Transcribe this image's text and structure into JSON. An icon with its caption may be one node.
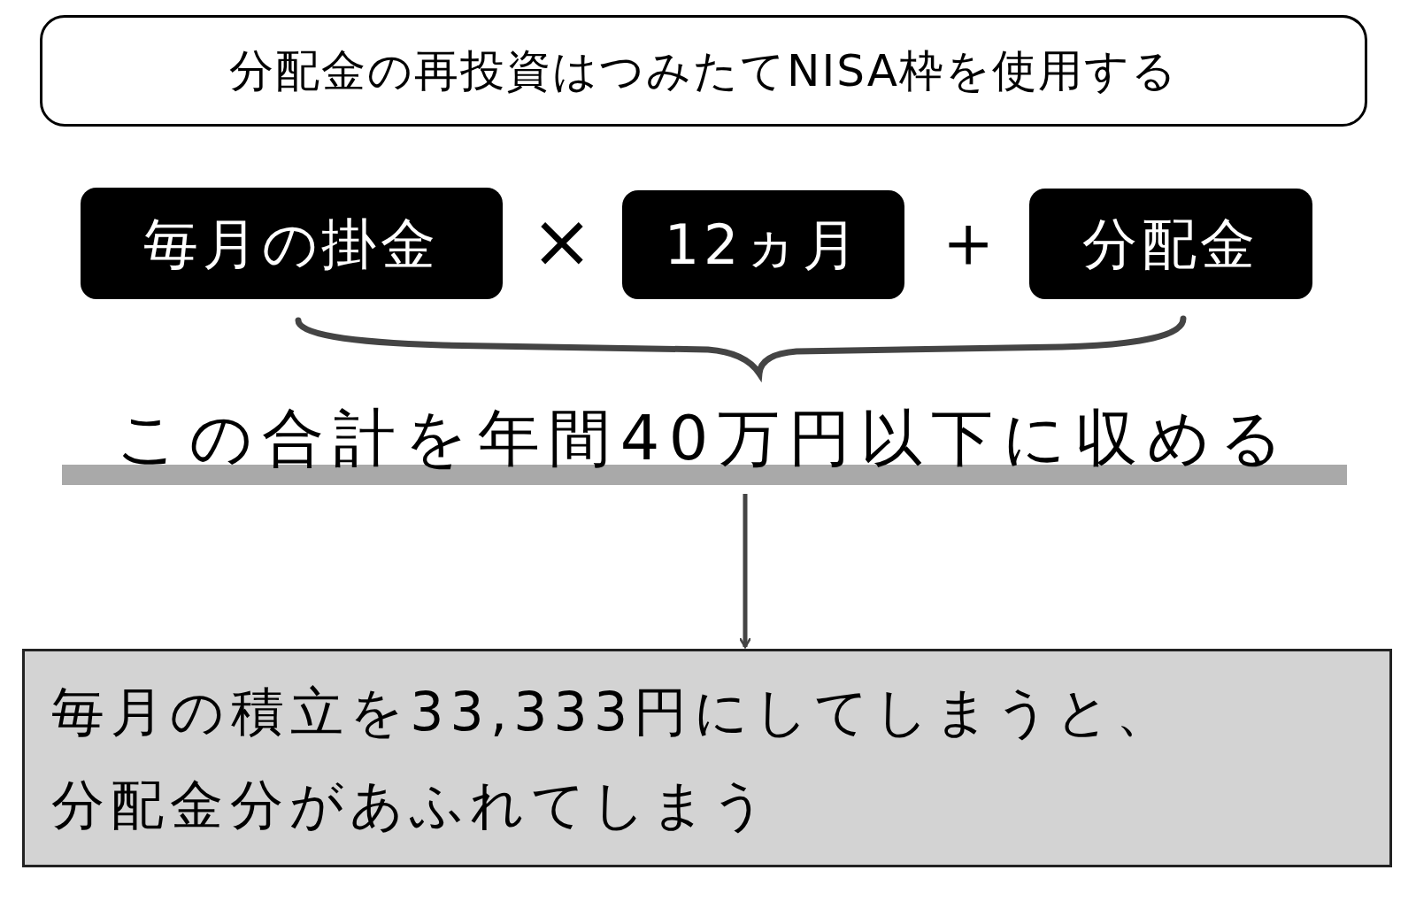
{
  "diagram": {
    "nodes": [
      {
        "text": [
          "分配金の再投資はつみたてNISA枠を使用する"
        ]
      },
      {
        "text": [
          "毎月の掛金"
        ]
      },
      {
        "text": [
          "12ヵ月"
        ]
      },
      {
        "text": [
          "分配金"
        ]
      },
      {
        "text": [
          "この合計を年間40万円以下に収める"
        ]
      },
      {
        "text": [
          "毎月の積立を33,333円にしてしまうと、分配金分があふれてしまう"
        ]
      }
    ],
    "edges": [
      {
        "from": 4,
        "to": 5,
        "arrow": "to"
      }
    ],
    "labels": [
      "×",
      "＋"
    ]
  }
}
